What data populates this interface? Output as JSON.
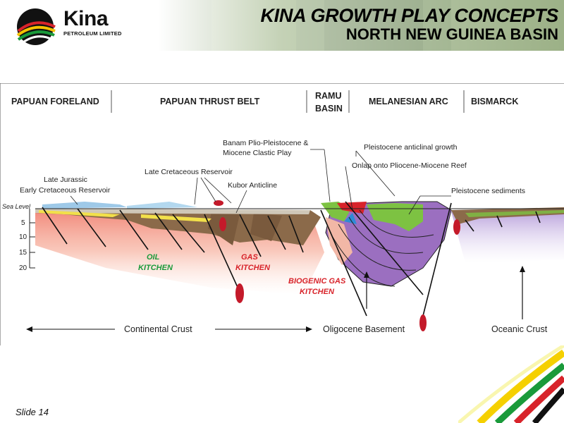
{
  "header": {
    "title_line1": "KINA GROWTH PLAY CONCEPTS",
    "title_line2": "NORTH NEW GUINEA BASIN",
    "logo_name": "Kina",
    "logo_subtitle": "PETROLEUM LIMITED"
  },
  "regions": [
    {
      "label": "PAPUAN FORELAND"
    },
    {
      "label": "PAPUAN THRUST BELT"
    },
    {
      "label_line1": "RAMU",
      "label_line2": "BASIN"
    },
    {
      "label": "MELANESIAN ARC"
    },
    {
      "label": "BISMARCK"
    }
  ],
  "annotations": {
    "late_jurassic_line1": "Late Jurassic",
    "late_jurassic_line2": "Early Cretaceous Reservoir",
    "late_cretaceous": "Late Cretaceous Reservoir",
    "kubor": "Kubor Anticline",
    "banam_line1": "Banam Plio-Pleistocene &",
    "banam_line2": "Miocene Clastic Play",
    "pleistocene_anticlinal": "Pleistocene anticlinal growth",
    "onlap": "Onlap onto Pliocene-Miocene Reef",
    "pleistocene_sediments": "Pleistocene sediments"
  },
  "kitchens": {
    "oil_line1": "OIL",
    "oil_line2": "KITCHEN",
    "gas_line1": "GAS",
    "gas_line2": "KITCHEN",
    "biogenic_line1": "BIOGENIC GAS",
    "biogenic_line2": "KITCHEN"
  },
  "depth_scale": {
    "sea_level": "Sea Level",
    "ticks": [
      "5",
      "10",
      "15",
      "20"
    ]
  },
  "bottom_labels": {
    "continental": "Continental Crust",
    "oligocene": "Oligocene Basement",
    "oceanic": "Oceanic Crust"
  },
  "colors": {
    "oil_kitchen": "#1a9a3a",
    "gas_kitchen": "#d8232a",
    "arc_purple": "#9b6fc0",
    "reef_green": "#7dc242",
    "sediment_brown": "#8b6a4a",
    "water_blue": "#9ec9e8",
    "reservoir_yellow": "#f2e04a"
  },
  "footer": {
    "slide_number": "Slide 14"
  }
}
